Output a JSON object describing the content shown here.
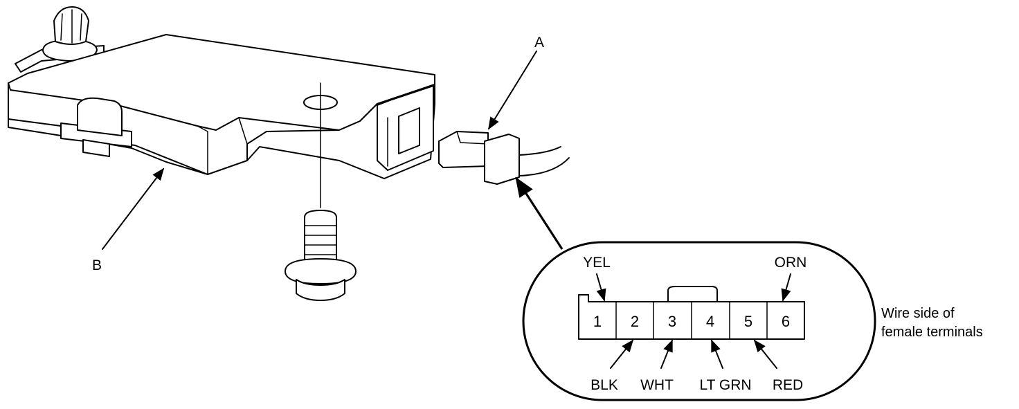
{
  "callouts": {
    "a": "A",
    "b": "B"
  },
  "connector": {
    "terminals": [
      "1",
      "2",
      "3",
      "4",
      "5",
      "6"
    ],
    "wire_colors": {
      "t1": "YEL",
      "t2": "BLK",
      "t3": "WHT",
      "t4": "LT GRN",
      "t5": "RED",
      "t6": "ORN"
    },
    "note_line1": "Wire side of",
    "note_line2": "female terminals"
  }
}
